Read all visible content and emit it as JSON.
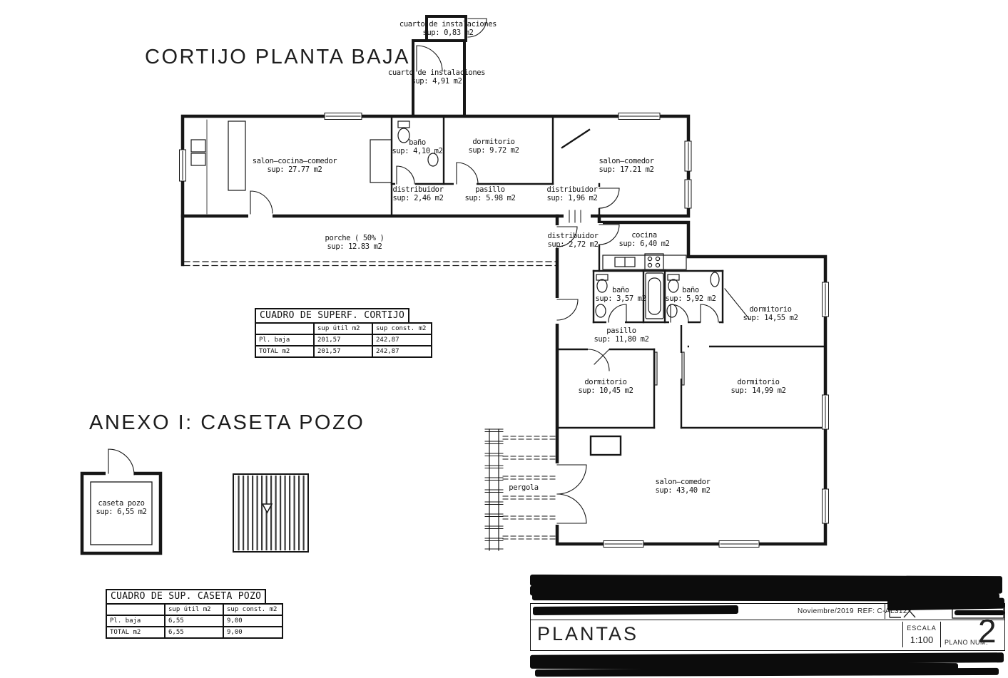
{
  "headings": {
    "main": "CORTIJO PLANTA BAJA",
    "annex": "ANEXO I: CASETA POZO"
  },
  "rooms": [
    {
      "name": "cuarto de instalaciones",
      "sup": "sup: 0,83 m2"
    },
    {
      "name": "cuarto de instalaciones",
      "sup": "sup: 4,91 m2"
    },
    {
      "name": "salon–cocina–comedor",
      "sup": "sup: 27.77 m2"
    },
    {
      "name": "baño",
      "sup": "sup: 4,10 m2"
    },
    {
      "name": "dormitorio",
      "sup": "sup: 9.72 m2"
    },
    {
      "name": "salon–comedor",
      "sup": "sup: 17.21 m2"
    },
    {
      "name": "distribuidor",
      "sup": "sup: 2,46 m2"
    },
    {
      "name": "pasillo",
      "sup": "sup: 5.98 m2"
    },
    {
      "name": "distribuidor",
      "sup": "sup: 1,96 m2"
    },
    {
      "name": "porche ( 50% )",
      "sup": "sup: 12.83 m2"
    },
    {
      "name": "distribuidor",
      "sup": "sup: 2,72 m2"
    },
    {
      "name": "cocina",
      "sup": "sup: 6,40 m2"
    },
    {
      "name": "baño",
      "sup": "sup: 3,57 m2"
    },
    {
      "name": "baño",
      "sup": "sup: 5,92 m2"
    },
    {
      "name": "dormitorio",
      "sup": "sup: 14,55 m2"
    },
    {
      "name": "pasillo",
      "sup": "sup: 11,80 m2"
    },
    {
      "name": "dormitorio",
      "sup": "sup: 10,45 m2"
    },
    {
      "name": "dormitorio",
      "sup": "sup: 14,99 m2"
    },
    {
      "name": "pergola",
      "sup": ""
    },
    {
      "name": "salon–comedor",
      "sup": "sup: 43,40 m2"
    },
    {
      "name": "caseta pozo",
      "sup": "sup: 6,55 m2"
    }
  ],
  "tables": {
    "cortijo": {
      "title": "CUADRO DE SUPERF. CORTIJO",
      "headers": [
        "",
        "sup útil m2",
        "sup const. m2"
      ],
      "rows": [
        [
          "Pl. baja",
          "201,57",
          "242,87"
        ],
        [
          "TOTAL m2",
          "201,57",
          "242,87"
        ]
      ]
    },
    "caseta": {
      "title": "CUADRO DE SUP. CASETA POZO",
      "headers": [
        "",
        "sup útil m2",
        "sup const. m2"
      ],
      "rows": [
        [
          "Pl. baja",
          "6,55",
          "9,00"
        ],
        [
          "TOTAL m2",
          "6,55",
          "9,00"
        ]
      ]
    }
  },
  "titleblock": {
    "date": "Noviembre/2019",
    "ref": "REF: C-AL312",
    "title": "PLANTAS",
    "escala_label": "ESCALA",
    "escala_value": "1:100",
    "plano_label": "PLANO NUM.",
    "plano_number": "2"
  },
  "colors": {
    "ink": "#111111",
    "paper": "#ffffff"
  }
}
